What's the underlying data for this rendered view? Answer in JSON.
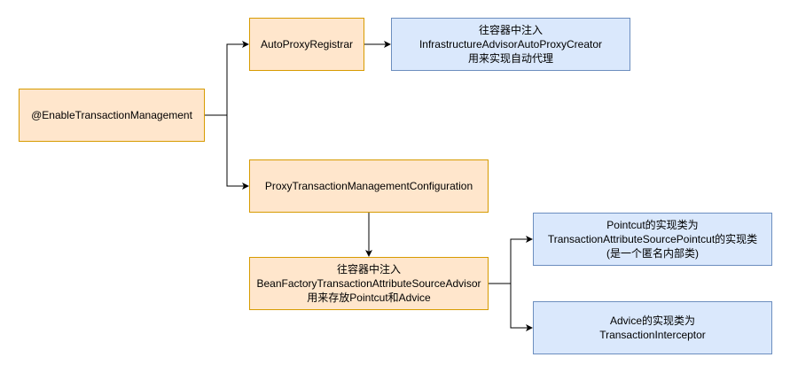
{
  "diagram": {
    "nodes": {
      "enable": {
        "text": "@EnableTransactionManagement"
      },
      "registrar": {
        "text": "AutoProxyRegistrar"
      },
      "creator": {
        "text": "往容器中注入\nInfrastructureAdvisorAutoProxyCreator\n用来实现自动代理"
      },
      "config": {
        "text": "ProxyTransactionManagementConfiguration"
      },
      "advisor": {
        "text": "往容器中注入\nBeanFactoryTransactionAttributeSourceAdvisor\n用来存放Pointcut和Advice"
      },
      "pointcut": {
        "text": "Pointcut的实现类为\nTransactionAttributeSourcePointcut的实现类\n(是一个匿名内部类)"
      },
      "advice": {
        "text": "Advice的实现类为\nTransactionInterceptor"
      }
    },
    "edges": [
      {
        "from": "enable",
        "to": "registrar"
      },
      {
        "from": "enable",
        "to": "config"
      },
      {
        "from": "registrar",
        "to": "creator"
      },
      {
        "from": "config",
        "to": "advisor"
      },
      {
        "from": "advisor",
        "to": "pointcut"
      },
      {
        "from": "advisor",
        "to": "advice"
      }
    ],
    "colors": {
      "orange_fill": "#ffe6cc",
      "orange_stroke": "#d79b00",
      "blue_fill": "#dae8fc",
      "blue_stroke": "#6c8ebf",
      "connector": "#000000"
    }
  }
}
